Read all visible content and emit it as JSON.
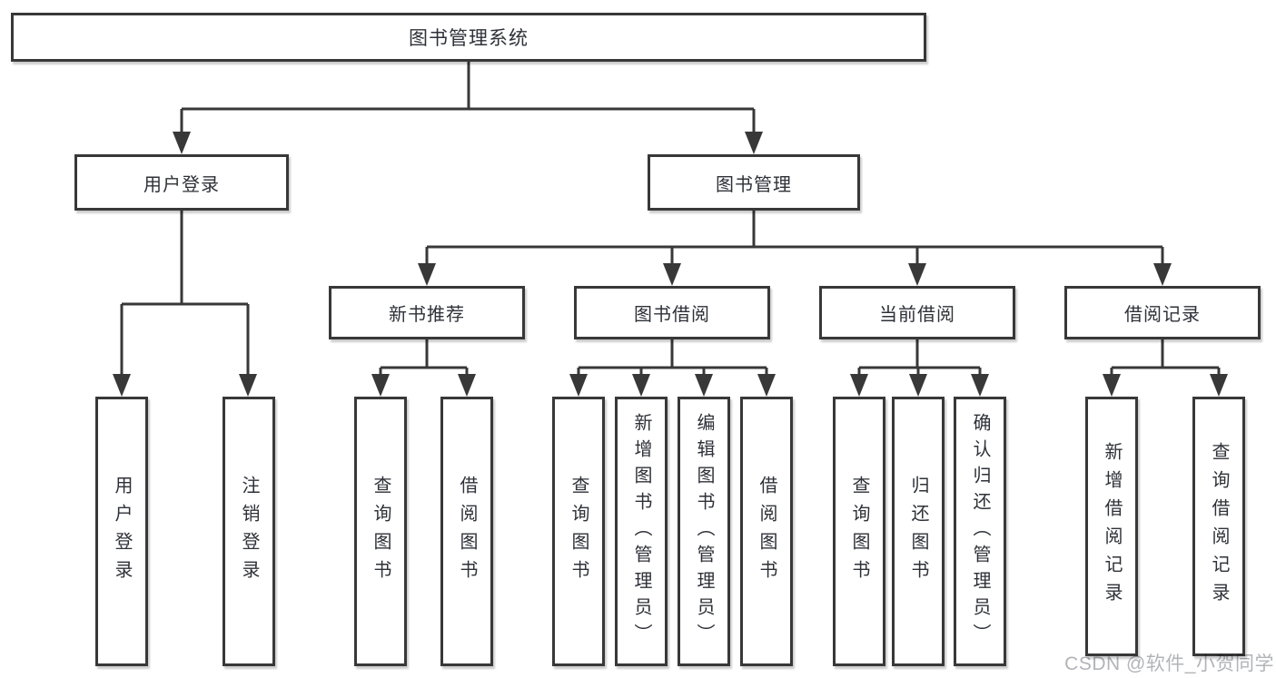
{
  "tree": {
    "root": "图书管理系统",
    "level2": [
      {
        "label": "用户登录",
        "children": [
          "用户登录",
          "注销登录"
        ]
      },
      {
        "label": "图书管理"
      }
    ],
    "level3": [
      {
        "label": "新书推荐",
        "children": [
          "查询图书",
          "借阅图书"
        ]
      },
      {
        "label": "图书借阅",
        "children": [
          "查询图书",
          "新增图书（管理员）",
          "编辑图书（管理员）",
          "借阅图书"
        ]
      },
      {
        "label": "当前借阅",
        "children": [
          "查询图书",
          "归还图书",
          "确认归还（管理员）"
        ]
      },
      {
        "label": "借阅记录",
        "children": [
          "新增借阅记录",
          "查询借阅记录"
        ]
      }
    ]
  },
  "watermark": "CSDN @软件_小贺同学",
  "colors": {
    "line": "#383838",
    "text": "#2e3138",
    "watermark": "#b2b4b8",
    "background": "#ffffff"
  }
}
